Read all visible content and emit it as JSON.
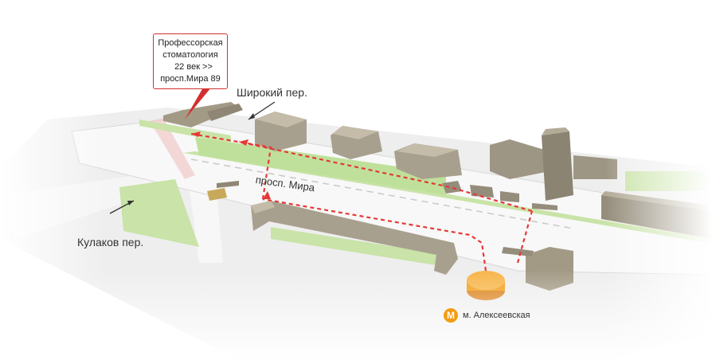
{
  "destination": {
    "line1": "Профессорская",
    "line2": "стоматология",
    "line3": "22 век >>",
    "line4": "просп.Мира 89",
    "border_color": "#d32f2f"
  },
  "streets": {
    "shirokiy": "Широкий пер.",
    "mira": "просп. Мира",
    "kulakov": "Кулаков пер."
  },
  "metro": {
    "icon": "М",
    "name": "м. Алексеевская",
    "color": "#f39c12"
  },
  "route": {
    "color": "#e53935"
  }
}
